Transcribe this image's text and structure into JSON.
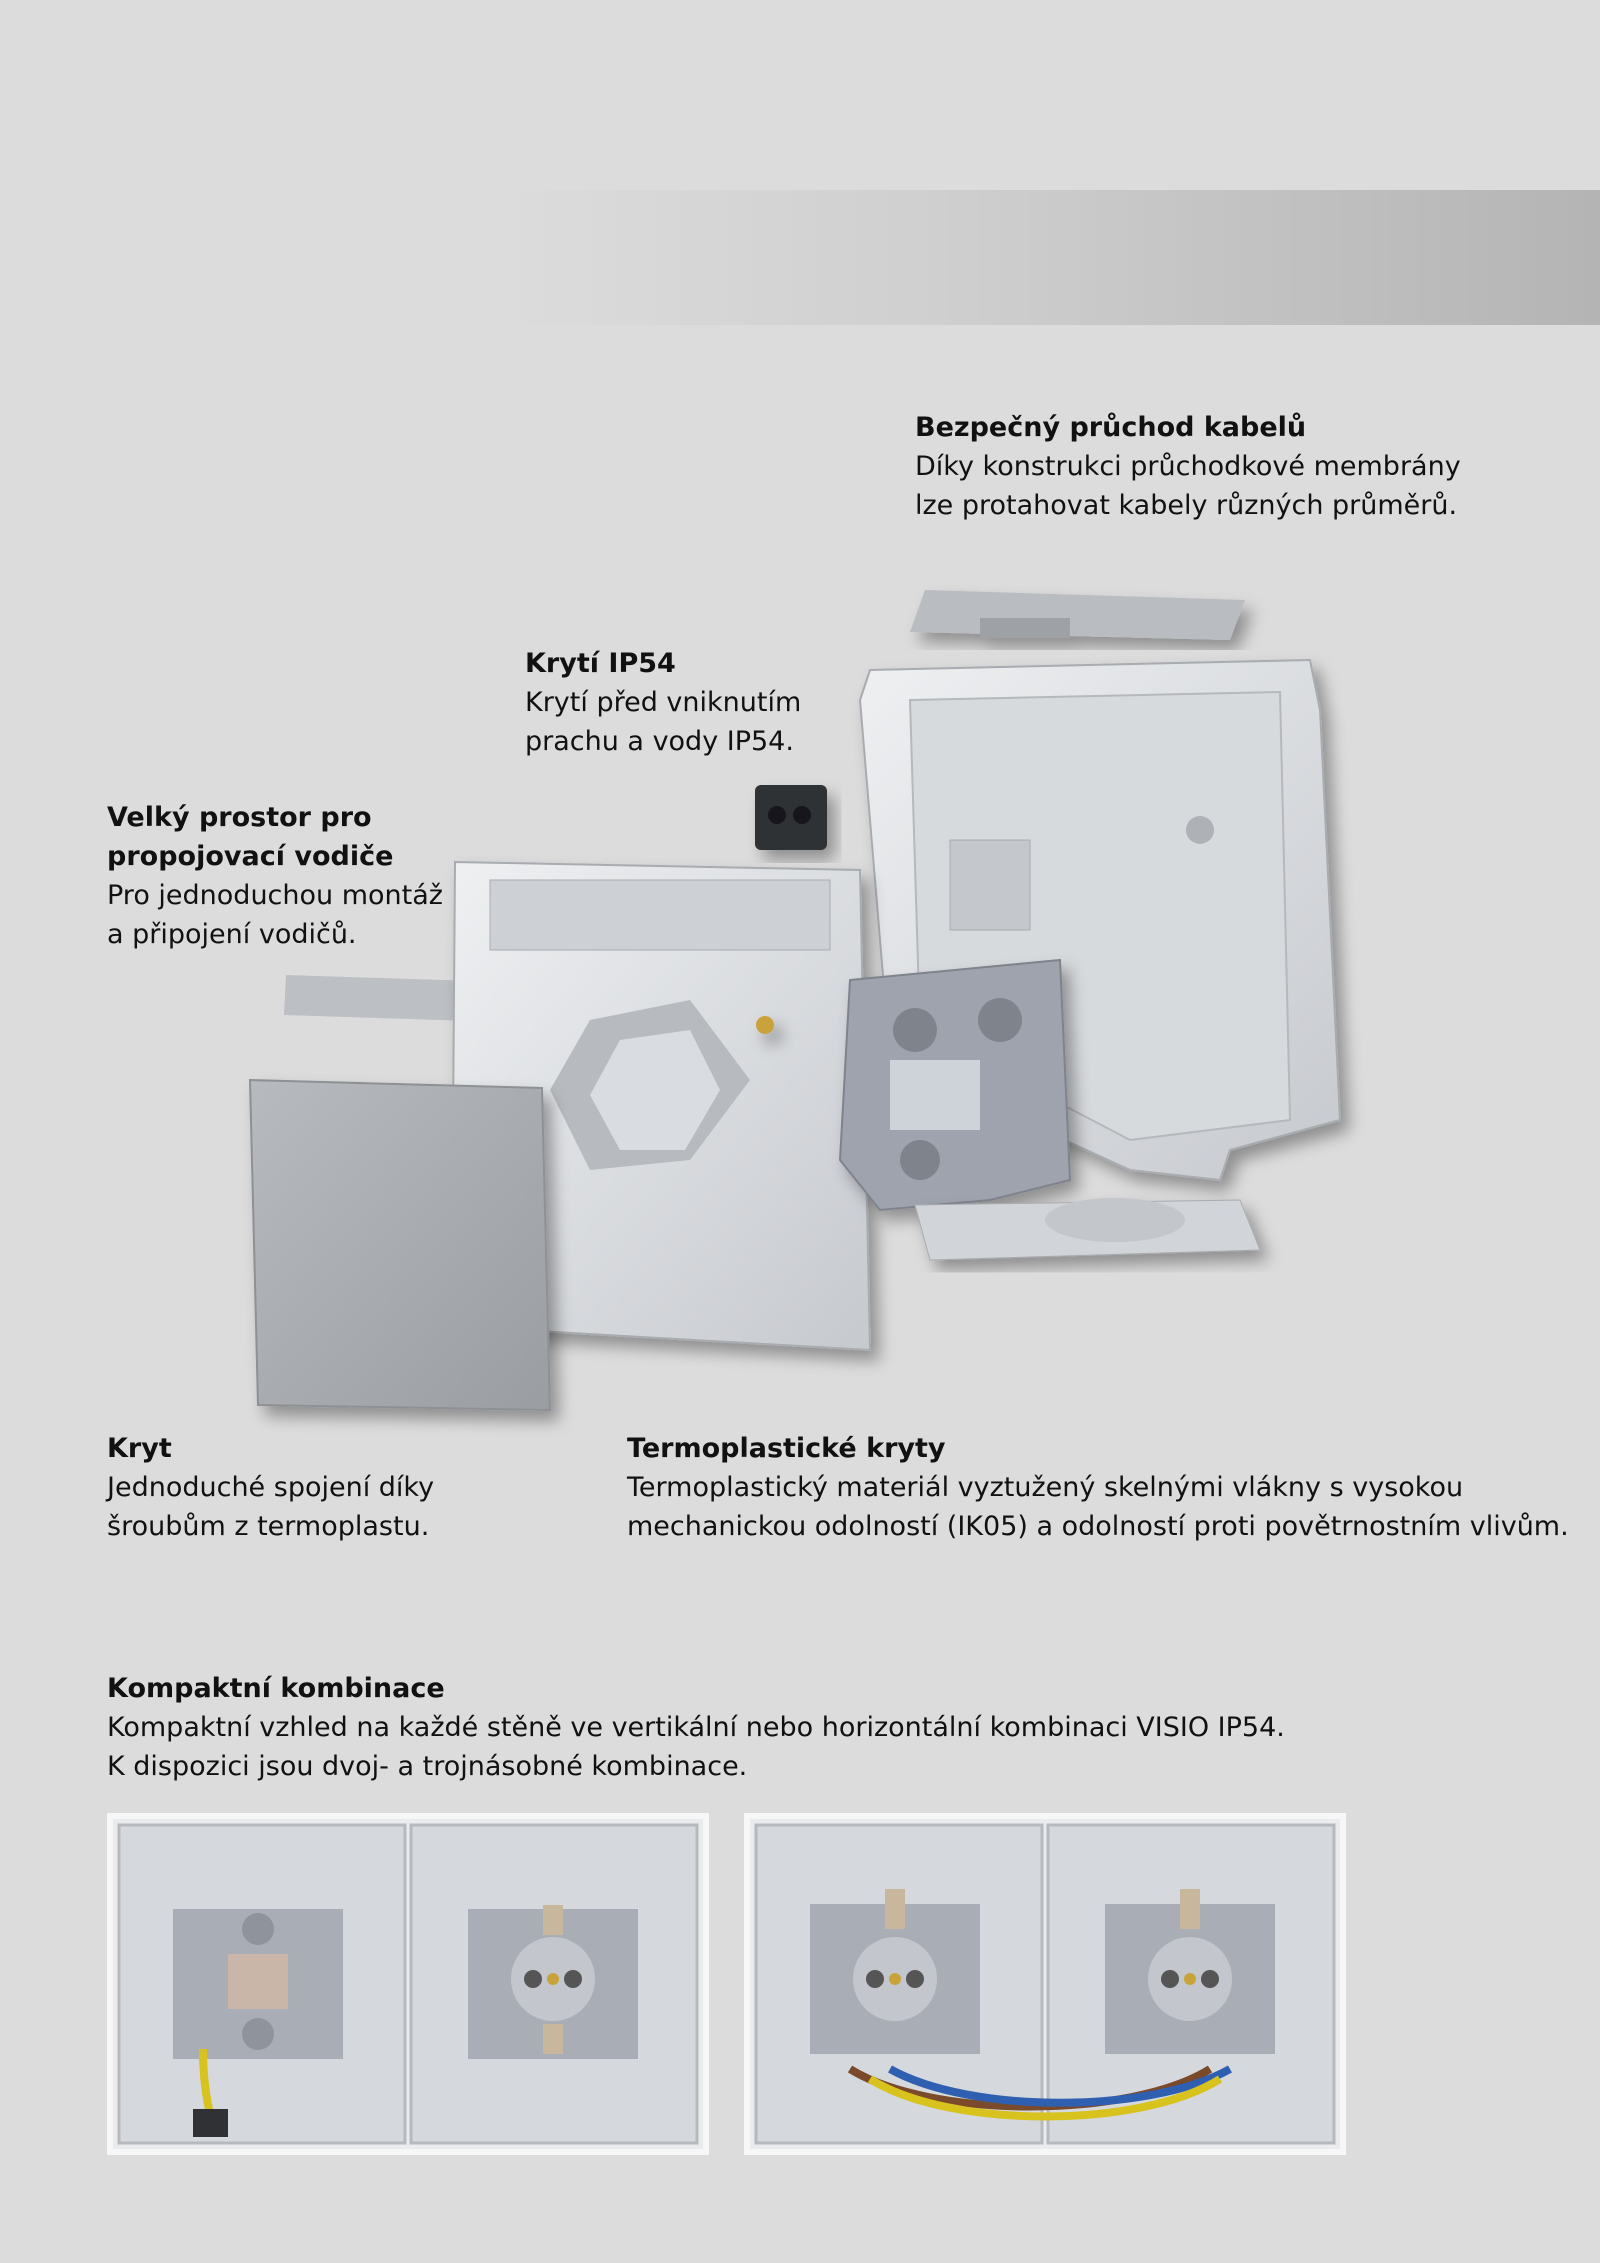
{
  "features": [
    {
      "id": "cable",
      "heading": "Bezpečný průchod kabelů",
      "lines": [
        "Díky konstrukci průchodkové membrány",
        "lze protahovat kabely různých průměrů."
      ]
    },
    {
      "id": "ip54",
      "heading": "Krytí IP54",
      "lines": [
        "Krytí před vniknutím",
        "prachu a vody IP54."
      ]
    },
    {
      "id": "space",
      "heading_lines": [
        "Velký prostor pro",
        "propojovací vodiče"
      ],
      "lines": [
        "Pro jednoduchou montáž",
        "a připojení vodičů."
      ]
    },
    {
      "id": "cover",
      "heading": "Kryt",
      "lines": [
        "Jednoduché spojení díky",
        "šroubům z termoplastu."
      ]
    },
    {
      "id": "thermo",
      "heading": "Termoplastické kryty",
      "lines": [
        "Termoplastický materiál vyztužený skelnými vlákny s vysokou",
        "mechanickou odolností (IK05) a odolností proti povětrnostním vlivům."
      ]
    }
  ],
  "compact": {
    "heading": "Kompaktní kombinace",
    "lines": [
      "Kompaktní vzhled na každé stěně ve vertikální nebo horizontální kombinaci VISIO IP54.",
      "K dispozici jsou dvoj- a trojnásobné kombinace."
    ]
  },
  "colors": {
    "background": "#dcdcdc",
    "product_grey": "#c9ccd0",
    "cover_grey": "#a9acb1",
    "wire_brown": "#7a4a2a",
    "wire_blue": "#2f5fb0",
    "wire_yellow": "#d8c21e"
  }
}
